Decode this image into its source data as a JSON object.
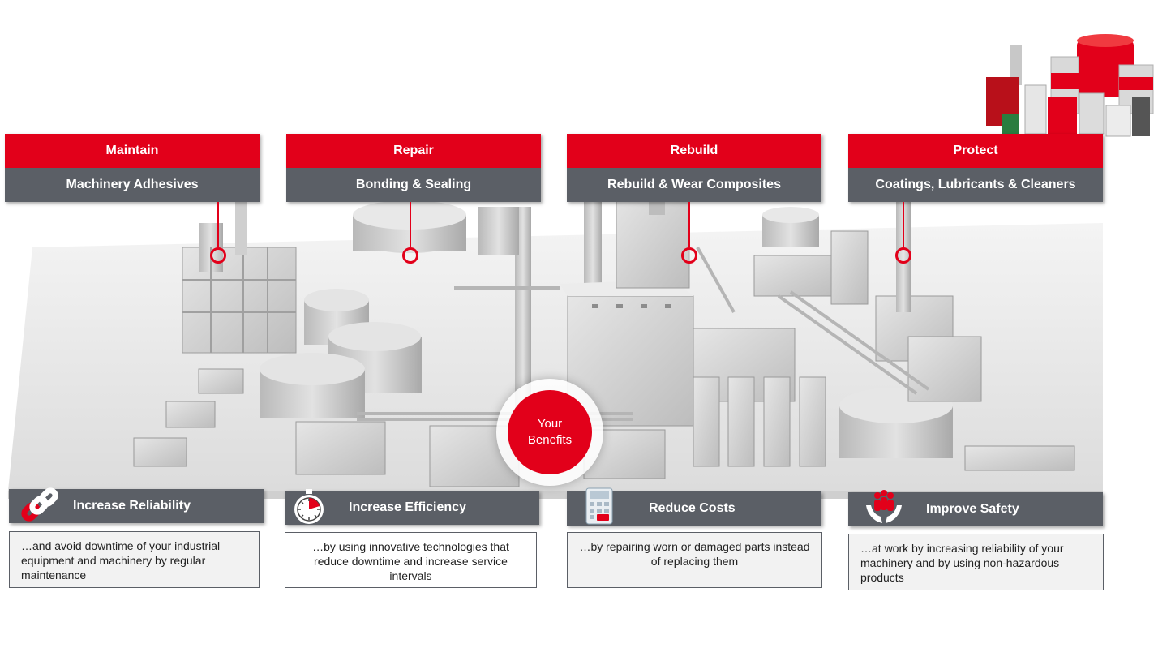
{
  "categories": [
    {
      "title": "Maintain",
      "subtitle": "Machinery Adhesives"
    },
    {
      "title": "Repair",
      "subtitle": "Bonding & Sealing"
    },
    {
      "title": "Rebuild",
      "subtitle": "Rebuild & Wear Composites"
    },
    {
      "title": "Protect",
      "subtitle": "Coatings, Lubricants & Cleaners"
    }
  ],
  "center": {
    "line1": "Your",
    "line2": "Benefits"
  },
  "benefits": [
    {
      "label": "Increase Reliability",
      "icon": "broken-chain-icon",
      "text": "…and avoid downtime of your industrial equipment and machinery by regular maintenance"
    },
    {
      "label": "Increase Efficiency",
      "icon": "stopwatch-icon",
      "text": "…by using innovative technologies that reduce downtime and increase service intervals"
    },
    {
      "label": "Reduce Costs",
      "icon": "calculator-icon",
      "text": "…by repairing worn or damaged parts instead of replacing them"
    },
    {
      "label": "Improve Safety",
      "icon": "protecting-hands-icon",
      "text": "…at work by increasing reliability of your machinery and by using non-hazardous products"
    }
  ],
  "colors": {
    "accent": "#e2001a",
    "bar": "#5b5f66",
    "panel": "#f2f2f2"
  }
}
